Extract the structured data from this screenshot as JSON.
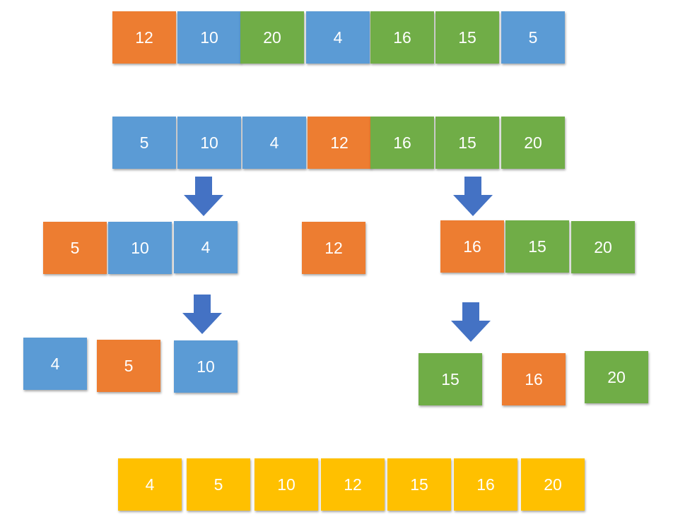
{
  "colors": {
    "orange": "#ED7D31",
    "blue": "#5B9BD5",
    "green": "#70AD47",
    "gold": "#FFC000",
    "arrow": "#4472C4"
  },
  "rows": {
    "input": [
      {
        "value": "12",
        "color": "orange"
      },
      {
        "value": "10",
        "color": "blue"
      },
      {
        "value": "20",
        "color": "green"
      },
      {
        "value": "4",
        "color": "blue"
      },
      {
        "value": "16",
        "color": "green"
      },
      {
        "value": "15",
        "color": "green"
      },
      {
        "value": "5",
        "color": "blue"
      }
    ],
    "partitioned": [
      {
        "value": "5",
        "color": "blue"
      },
      {
        "value": "10",
        "color": "blue"
      },
      {
        "value": "4",
        "color": "blue"
      },
      {
        "value": "12",
        "color": "orange"
      },
      {
        "value": "16",
        "color": "green"
      },
      {
        "value": "15",
        "color": "green"
      },
      {
        "value": "20",
        "color": "green"
      }
    ],
    "left_sub": [
      {
        "value": "5",
        "color": "orange"
      },
      {
        "value": "10",
        "color": "blue"
      },
      {
        "value": "4",
        "color": "blue"
      }
    ],
    "pivot": [
      {
        "value": "12",
        "color": "orange"
      }
    ],
    "right_sub": [
      {
        "value": "16",
        "color": "orange"
      },
      {
        "value": "15",
        "color": "green"
      },
      {
        "value": "20",
        "color": "green"
      }
    ],
    "left_sorted": [
      {
        "value": "4",
        "color": "blue"
      },
      {
        "value": "5",
        "color": "orange"
      },
      {
        "value": "10",
        "color": "blue"
      }
    ],
    "right_sorted": [
      {
        "value": "15",
        "color": "green"
      },
      {
        "value": "16",
        "color": "orange"
      },
      {
        "value": "20",
        "color": "green"
      }
    ],
    "result": [
      {
        "value": "4",
        "color": "gold"
      },
      {
        "value": "5",
        "color": "gold"
      },
      {
        "value": "10",
        "color": "gold"
      },
      {
        "value": "12",
        "color": "gold"
      },
      {
        "value": "15",
        "color": "gold"
      },
      {
        "value": "16",
        "color": "gold"
      },
      {
        "value": "20",
        "color": "gold"
      }
    ]
  }
}
